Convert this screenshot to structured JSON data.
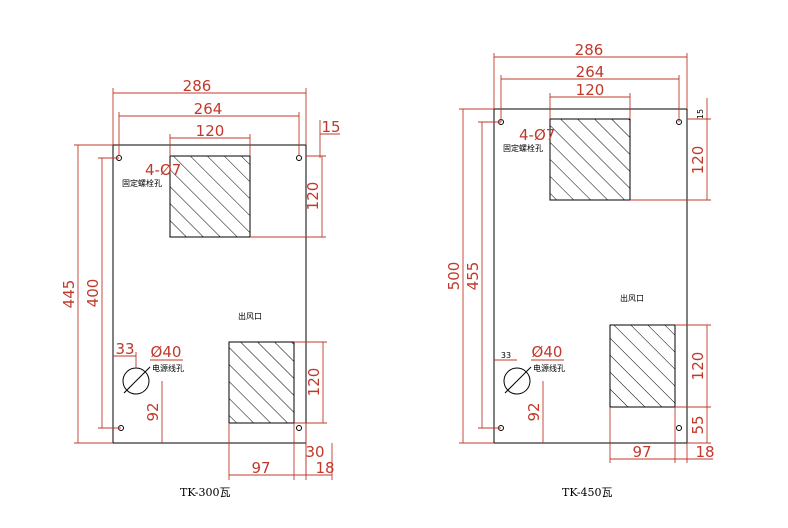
{
  "drawings": [
    {
      "model": "TK-300瓦",
      "dims": {
        "overall_width": "286",
        "hole_spacing_w": "264",
        "top_window_w": "120",
        "top_offset": "15",
        "top_window_h": "120",
        "overall_height": "445",
        "hole_spacing_h": "400",
        "cable_hole_offset": "33",
        "cable_hole_dia": "Ø40",
        "cable_hole_height": "92",
        "outlet_h": "120",
        "outlet_w": "97",
        "outlet_bottom": "30",
        "outlet_right": "18"
      },
      "labels": {
        "mount_holes": "4-Ø7",
        "mount_note": "固定螺栓孔",
        "cable_note": "电源线孔",
        "outlet_note": "出风口"
      }
    },
    {
      "model": "TK-450瓦",
      "dims": {
        "overall_width": "286",
        "hole_spacing_w": "264",
        "top_window_w": "120",
        "top_offset": "15",
        "top_window_h": "120",
        "overall_height": "500",
        "hole_spacing_h": "455",
        "cable_hole_offset": "33",
        "cable_hole_dia": "Ø40",
        "cable_hole_height": "92",
        "outlet_h": "120",
        "outlet_bottom_h": "55",
        "outlet_w": "97",
        "outlet_right": "18"
      },
      "labels": {
        "mount_holes": "4-Ø7",
        "mount_note": "固定螺栓孔",
        "cable_note": "电源线孔",
        "outlet_note": "出风口"
      }
    }
  ]
}
